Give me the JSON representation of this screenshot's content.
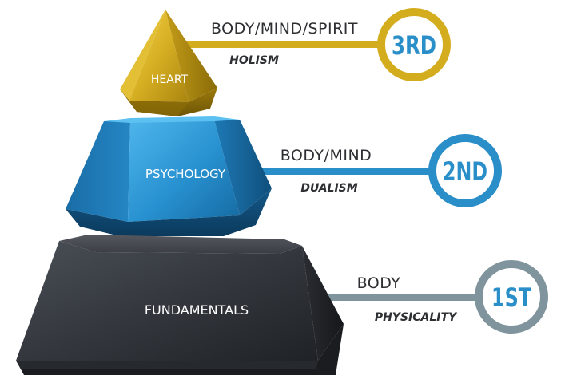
{
  "colors": {
    "gold": "#d4ad1f",
    "blue": "#2a8ec9",
    "slate": "#7f949c",
    "dark": "#2d3035",
    "text": "#2e2f33"
  },
  "tiers": [
    {
      "name": "HEART",
      "main": "BODY/MIND/SPIRIT",
      "sub": "HOLISM",
      "rank": "3RD"
    },
    {
      "name": "PSYCHOLOGY",
      "main": "BODY/MIND",
      "sub": "DUALISM",
      "rank": "2ND"
    },
    {
      "name": "FUNDAMENTALS",
      "main": "BODY",
      "sub": "PHYSICALITY",
      "rank": "1ST"
    }
  ]
}
